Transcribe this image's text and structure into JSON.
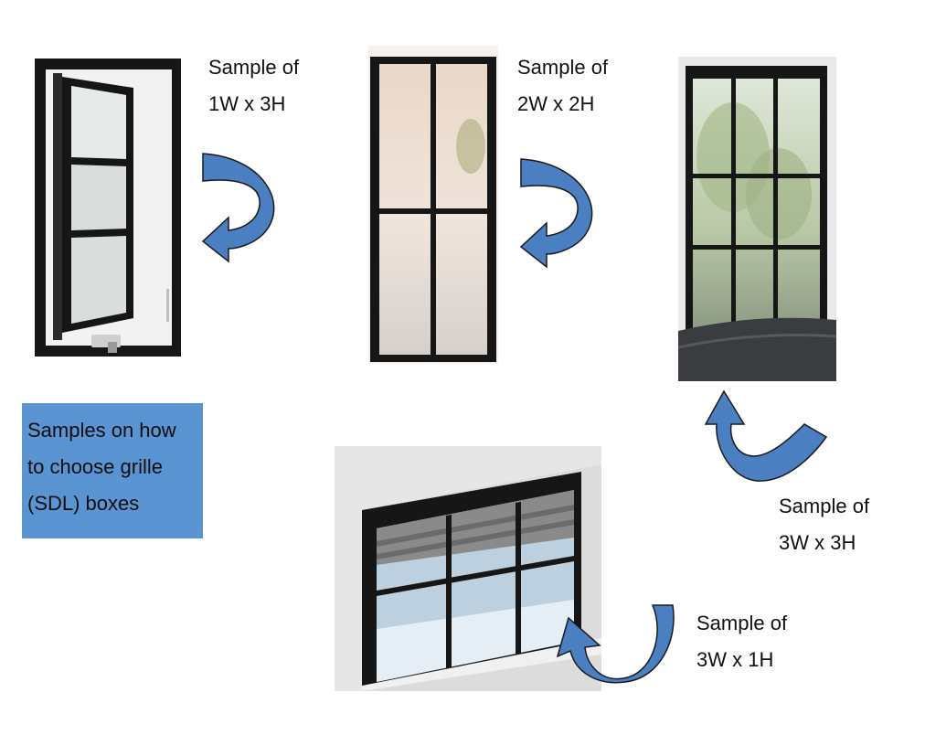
{
  "info_box": {
    "text": "Samples on how\nto choose grille\n(SDL) boxes",
    "color": "#5b94d3"
  },
  "samples": [
    {
      "label": "Sample of\n1W x 3H"
    },
    {
      "label": "Sample of\n2W x 2H"
    },
    {
      "label": "Sample of\n3W x 3H"
    },
    {
      "label": "Sample of\n3W x 1H"
    }
  ],
  "arrow": {
    "fill": "#4a7fc1",
    "stroke": "#1a1a1a",
    "icon": "curved-arrow-icon"
  },
  "frame_color": "#161616"
}
